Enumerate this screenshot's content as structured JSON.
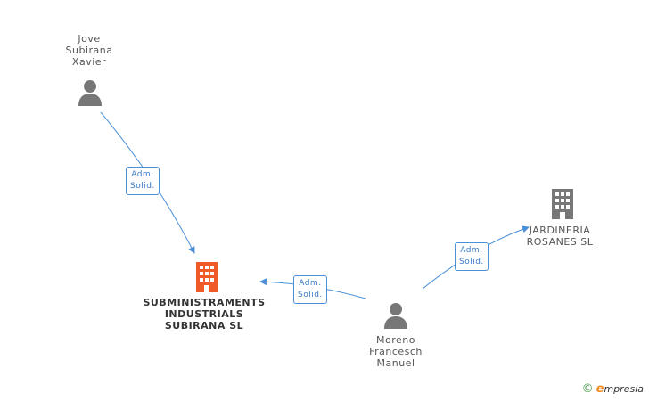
{
  "nodes": {
    "jove": {
      "type": "person",
      "lines": [
        "Jove",
        "Subirana",
        "Xavier"
      ]
    },
    "subministraments": {
      "type": "company",
      "color": "#f05a28",
      "lines": [
        "SUBMINISTRAMENTS",
        "INDUSTRIALS",
        "SUBIRANA SL"
      ]
    },
    "jardineria": {
      "type": "company",
      "color": "#777777",
      "lines": [
        "JARDINERIA",
        "ROSANES SL"
      ]
    },
    "moreno": {
      "type": "person",
      "lines": [
        "Moreno",
        "Francesch",
        "Manuel"
      ]
    }
  },
  "edges": [
    {
      "from": "jove",
      "to": "subministraments",
      "label": [
        "Adm.",
        "Solid."
      ]
    },
    {
      "from": "moreno",
      "to": "subministraments",
      "label": [
        "Adm.",
        "Solid."
      ]
    },
    {
      "from": "moreno",
      "to": "jardineria",
      "label": [
        "Adm.",
        "Solid."
      ]
    }
  ],
  "colors": {
    "edge": "#4a90d9",
    "person_icon": "#777777"
  },
  "brand": {
    "copyright": "©",
    "first_letter": "e",
    "rest": "mpresia"
  }
}
